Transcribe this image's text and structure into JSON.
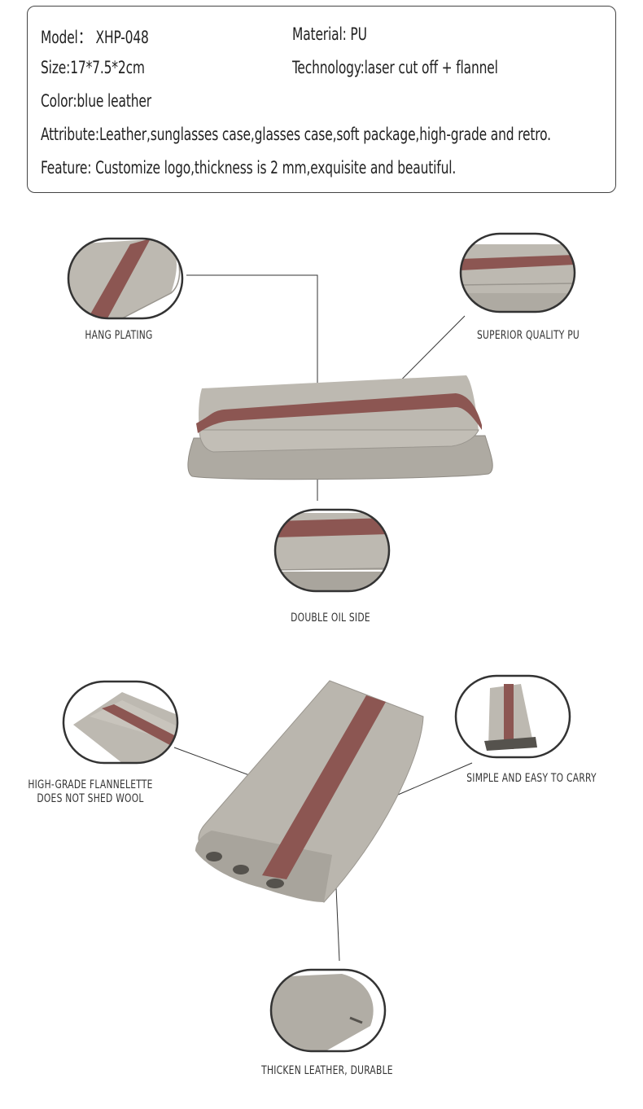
{
  "specs": {
    "model": "Model： XHP-048",
    "material": "Material: PU",
    "size": "Size:17*7.5*2cm",
    "technology": "Technology:laser cut off + flannel",
    "color": "Color:blue leather",
    "attribute": "Attribute:Leather,sunglasses case,glasses case,soft package,high-grade and retro.",
    "feature": "Feature: Customize logo,thickness is 2 mm,exquisite and beautiful."
  },
  "callouts": {
    "hang_plating": "HANG PLATING",
    "superior_quality_pu": "SUPERIOR QUALITY PU",
    "double_oil_side": "DOUBLE OIL SIDE",
    "flannelette_line1": "HIGH-GRADE FLANNELETTE",
    "flannelette_line2": "DOES NOT SHED WOOL",
    "simple_easy_carry": "SIMPLE AND EASY TO CARRY",
    "thicken_leather": "THICKEN LEATHER, DURABLE"
  },
  "colors": {
    "leather": "#b9b5ad",
    "strap": "#8c5652",
    "outline": "#333333"
  }
}
